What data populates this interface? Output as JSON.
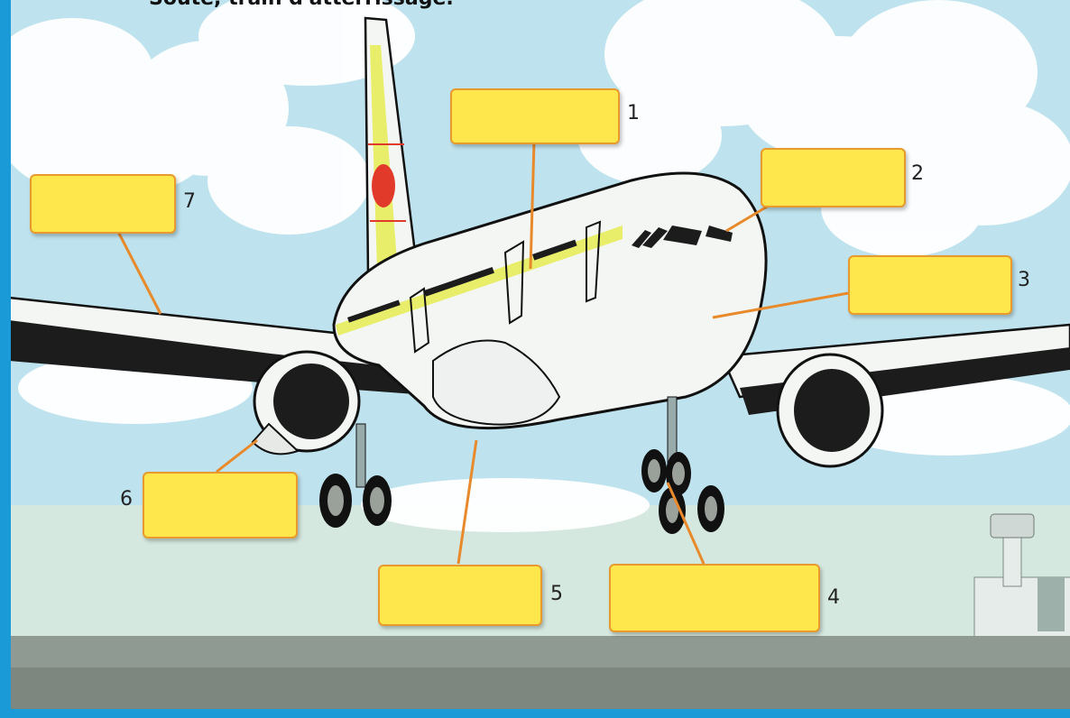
{
  "caption": "Soute, train d'atterrissage.",
  "labels": [
    {
      "number": "1",
      "text": ""
    },
    {
      "number": "2",
      "text": ""
    },
    {
      "number": "3",
      "text": ""
    },
    {
      "number": "4",
      "text": ""
    },
    {
      "number": "5",
      "text": ""
    },
    {
      "number": "6",
      "text": ""
    },
    {
      "number": "7",
      "text": ""
    }
  ],
  "colors": {
    "frame": "#1a9bd7",
    "sky": "#bfe3ee",
    "cloud": "#ffffff",
    "label_box": "#fde74c",
    "label_border": "#e89a2c",
    "leader_line": "#e88a2c",
    "tail_stripe": "#e8ee6a",
    "tail_circle": "#e23a2a",
    "runway": "#8f9a92"
  }
}
